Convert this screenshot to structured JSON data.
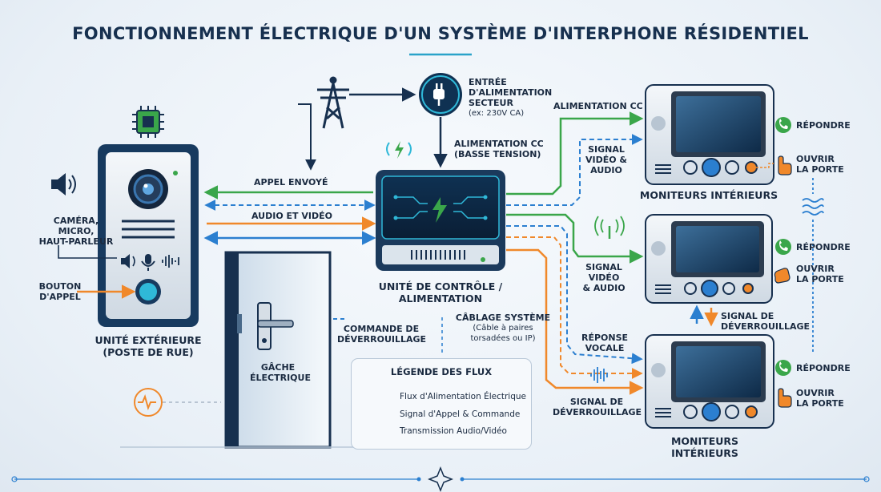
{
  "title": "FONCTIONNEMENT ÉLECTRIQUE D'UN SYSTÈME D'INTERPHONE RÉSIDENTIEL",
  "power": {
    "entry_line1": "ENTRÉE",
    "entry_line2": "D'ALIMENTATION",
    "entry_line3": "SECTEUR",
    "entry_note": "(ex: 230V CA)",
    "dc_low_line1": "ALIMENTATION CC",
    "dc_low_line2": "(BASSE TENSION)",
    "dc_to_monitors": "ALIMENTATION CC"
  },
  "outdoor": {
    "label_line1": "UNITÉ EXTÉRIEURE",
    "label_line2": "(POSTE DE RUE)",
    "camera_line1": "CAMÉRA,",
    "camera_line2": "MICRO,",
    "camera_line3": "HAUT-PARLEUR",
    "button_line1": "BOUTON",
    "button_line2": "D'APPEL"
  },
  "control": {
    "label_line1": "UNITÉ DE CONTRÔLE /",
    "label_line2": "ALIMENTATION"
  },
  "flows": {
    "call_sent": "APPEL ENVOYÉ",
    "audio_video": "AUDIO ET VIDÉO",
    "unlock_cmd_line1": "COMMANDE DE",
    "unlock_cmd_line2": "DÉVERROUILLAGE",
    "cabling_line1": "CÂBLAGE SYSTÈME",
    "cabling_line2": "(Câble à paires",
    "cabling_line3": "torsadées ou IP)",
    "signal_av_a_line1": "SIGNAL",
    "signal_av_a_line2": "VIDÉO &",
    "signal_av_a_line3": "AUDIO",
    "signal_av_b_line1": "SIGNAL",
    "signal_av_b_line2": "VIDÉO",
    "signal_av_b_line3": "& AUDIO",
    "voice_reply_line1": "RÉPONSE",
    "voice_reply_line2": "VOCALE",
    "unlock_signal_line1": "SIGNAL DE",
    "unlock_signal_line2": "DÉVERROUILLAGE",
    "unlock_between_line1": "SIGNAL DE",
    "unlock_between_line2": "DÉVERROUILLAGE"
  },
  "door": {
    "strike_line1": "GÂCHE",
    "strike_line2": "ÉLECTRIQUE"
  },
  "monitors": {
    "group_top": "MONITEURS INTÉRIEURS",
    "group_bottom_line1": "MONITEURS",
    "group_bottom_line2": "INTÉRIEURS",
    "answer": "RÉPONDRE",
    "open_line1": "OUVRIR",
    "open_line2": "LA PORTE"
  },
  "legend": {
    "title": "LÉGENDE DES FLUX",
    "power": "Flux d'Alimentation Électrique",
    "signal": "Signal d'Appel & Commande",
    "audio": "Transmission Audio/Vidéo"
  },
  "colors": {
    "green": "#3aa64a",
    "blue": "#2b7fd0",
    "orange": "#f0882a",
    "navy": "#17304f"
  },
  "icons": [
    "pylon-icon",
    "power-plug-icon",
    "chip-icon",
    "speaker-icon",
    "microphone-icon",
    "waveform-icon",
    "phone-icon",
    "hand-icon",
    "wifi-icon",
    "lightning-icon",
    "antenna-icon"
  ]
}
